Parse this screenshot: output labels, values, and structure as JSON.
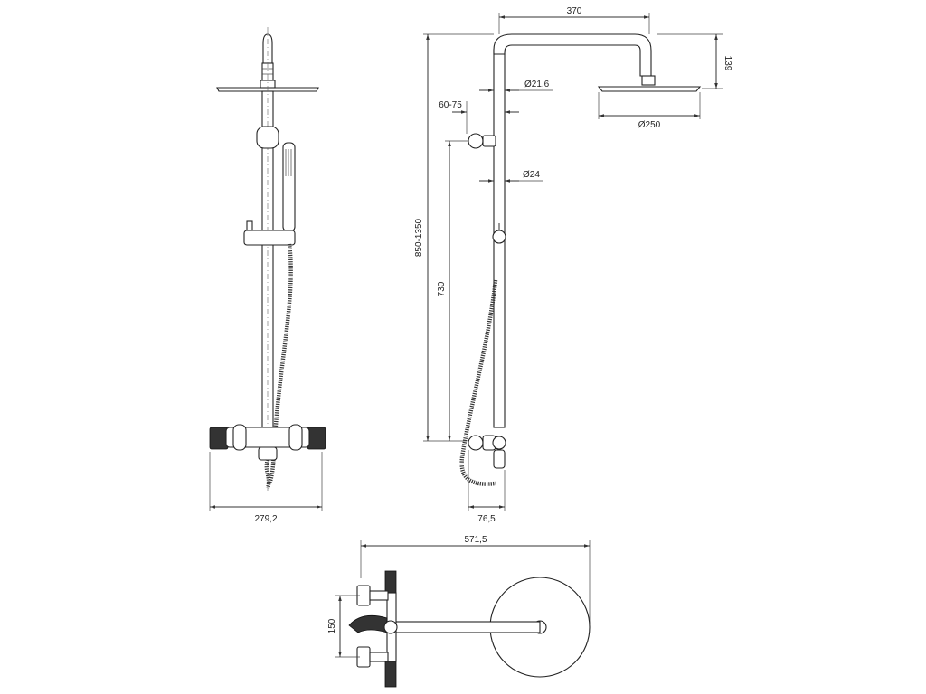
{
  "dimensions": {
    "top_pipe_width": "370",
    "head_height": "139",
    "pipe_diameter_upper": "Ø21,6",
    "wall_distance": "60-75",
    "head_diameter": "Ø250",
    "pipe_diameter_lower": "Ø24",
    "total_height": "850-1350",
    "slide_bar_length": "730",
    "depth": "76,5",
    "front_width": "279,2",
    "top_view_length": "571,5",
    "mixer_spacing": "150"
  }
}
